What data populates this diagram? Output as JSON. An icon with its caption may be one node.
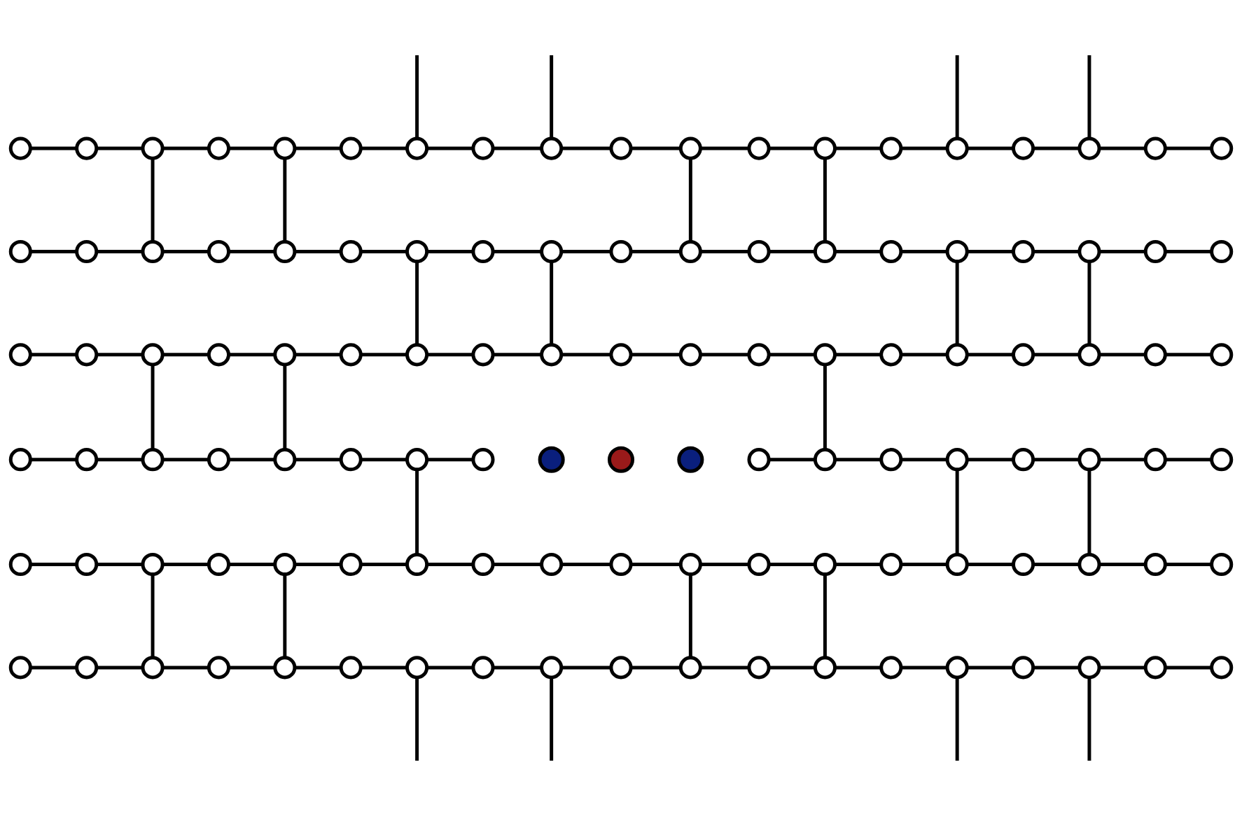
{
  "diagram": {
    "nodes": [
      {
        "text": [],
        "shape": "circle"
      },
      {
        "text": [],
        "shape": "circle"
      },
      {
        "text": [],
        "shape": "circle"
      },
      {
        "text": [],
        "shape": "circle"
      },
      {
        "text": [],
        "shape": "circle"
      },
      {
        "text": [],
        "shape": "circle"
      },
      {
        "text": [],
        "shape": "circle"
      },
      {
        "text": [],
        "shape": "circle"
      },
      {
        "text": [],
        "shape": "circle"
      },
      {
        "text": [],
        "shape": "circle"
      },
      {
        "text": [],
        "shape": "circle"
      },
      {
        "text": [],
        "shape": "circle"
      },
      {
        "text": [],
        "shape": "circle"
      },
      {
        "text": [],
        "shape": "circle"
      },
      {
        "text": [],
        "shape": "circle"
      },
      {
        "text": [],
        "shape": "circle"
      },
      {
        "text": [],
        "shape": "circle"
      },
      {
        "text": [],
        "shape": "circle"
      },
      {
        "text": [],
        "shape": "circle"
      },
      {
        "text": [],
        "shape": "circle"
      },
      {
        "text": [],
        "shape": "circle"
      },
      {
        "text": [],
        "shape": "circle"
      },
      {
        "text": [],
        "shape": "circle"
      },
      {
        "text": [],
        "shape": "circle"
      },
      {
        "text": [],
        "shape": "circle"
      },
      {
        "text": [],
        "shape": "circle"
      },
      {
        "text": [],
        "shape": "circle"
      },
      {
        "text": [],
        "shape": "circle"
      },
      {
        "text": [],
        "shape": "circle"
      },
      {
        "text": [],
        "shape": "circle"
      },
      {
        "text": [],
        "shape": "circle"
      },
      {
        "text": [],
        "shape": "circle"
      },
      {
        "text": [],
        "shape": "circle"
      },
      {
        "text": [],
        "shape": "circle"
      },
      {
        "text": [],
        "shape": "circle"
      },
      {
        "text": [],
        "shape": "circle"
      },
      {
        "text": [],
        "shape": "circle"
      },
      {
        "text": [],
        "shape": "circle"
      },
      {
        "text": [],
        "shape": "circle"
      },
      {
        "text": [],
        "shape": "circle"
      },
      {
        "text": [],
        "shape": "circle"
      },
      {
        "text": [],
        "shape": "circle"
      },
      {
        "text": [],
        "shape": "circle"
      },
      {
        "text": [],
        "shape": "circle"
      },
      {
        "text": [],
        "shape": "circle"
      },
      {
        "text": [],
        "shape": "circle"
      },
      {
        "text": [],
        "shape": "circle"
      },
      {
        "text": [],
        "shape": "circle"
      },
      {
        "text": [],
        "shape": "circle"
      },
      {
        "text": [],
        "shape": "circle"
      },
      {
        "text": [],
        "shape": "circle"
      },
      {
        "text": [],
        "shape": "circle"
      },
      {
        "text": [],
        "shape": "circle"
      },
      {
        "text": [],
        "shape": "circle"
      },
      {
        "text": [],
        "shape": "circle"
      },
      {
        "text": [],
        "shape": "circle"
      },
      {
        "text": [],
        "shape": "circle"
      },
      {
        "text": [],
        "shape": "circle"
      },
      {
        "text": [],
        "shape": "circle"
      },
      {
        "text": [],
        "shape": "circle"
      },
      {
        "text": [],
        "shape": "circle"
      },
      {
        "text": [],
        "shape": "circle"
      },
      {
        "text": [],
        "shape": "circle"
      },
      {
        "text": [],
        "shape": "circle"
      },
      {
        "text": [],
        "shape": "circle"
      },
      {
        "text": [],
        "shape": "circle"
      },
      {
        "text": [],
        "shape": "circle"
      },
      {
        "text": [],
        "shape": "circle"
      },
      {
        "text": [],
        "shape": "circle"
      },
      {
        "text": [],
        "shape": "circle"
      },
      {
        "text": [],
        "shape": "circle"
      },
      {
        "text": [],
        "shape": "circle"
      },
      {
        "text": [],
        "shape": "circle"
      },
      {
        "text": [],
        "shape": "circle"
      },
      {
        "text": [],
        "shape": "circle"
      },
      {
        "text": [],
        "shape": "circle"
      },
      {
        "text": [],
        "shape": "circle"
      },
      {
        "text": [],
        "shape": "circle"
      },
      {
        "text": [],
        "shape": "circle"
      },
      {
        "text": [],
        "shape": "circle"
      },
      {
        "text": [],
        "shape": "circle"
      },
      {
        "text": [],
        "shape": "circle"
      },
      {
        "text": [],
        "shape": "circle"
      },
      {
        "text": [],
        "shape": "circle"
      },
      {
        "text": [],
        "shape": "circle"
      },
      {
        "text": [],
        "shape": "circle"
      },
      {
        "text": [],
        "shape": "circle"
      },
      {
        "text": [],
        "shape": "circle"
      },
      {
        "text": [],
        "shape": "circle"
      },
      {
        "text": [],
        "shape": "circle"
      },
      {
        "text": [],
        "shape": "circle"
      },
      {
        "text": [],
        "shape": "circle"
      },
      {
        "text": [],
        "shape": "circle"
      },
      {
        "text": [],
        "shape": "circle"
      },
      {
        "text": [],
        "shape": "circle"
      },
      {
        "text": [],
        "shape": "circle"
      },
      {
        "text": [],
        "shape": "circle"
      },
      {
        "text": [],
        "shape": "circle"
      },
      {
        "text": [],
        "shape": "circle"
      },
      {
        "text": [],
        "shape": "circle"
      },
      {
        "text": [],
        "shape": "circle"
      },
      {
        "text": [],
        "shape": "circle"
      },
      {
        "text": [],
        "shape": "circle"
      },
      {
        "text": [],
        "shape": "circle"
      },
      {
        "text": [],
        "shape": "circle"
      },
      {
        "text": [],
        "shape": "circle"
      },
      {
        "text": [],
        "shape": "circle"
      },
      {
        "text": [],
        "shape": "circle"
      },
      {
        "text": [],
        "shape": "circle"
      },
      {
        "text": [],
        "shape": "circle"
      },
      {
        "text": [],
        "shape": "circle"
      },
      {
        "text": [],
        "shape": "circle"
      },
      {
        "text": [],
        "shape": "circle"
      },
      {
        "text": [],
        "shape": "circle"
      }
    ],
    "edges": [
      {
        "from": null,
        "to": 6,
        "arrow": "none"
      },
      {
        "from": null,
        "to": 8,
        "arrow": "none"
      },
      {
        "from": null,
        "to": 14,
        "arrow": "none"
      },
      {
        "from": null,
        "to": 16,
        "arrow": "none"
      },
      {
        "from": 0,
        "to": 1,
        "arrow": "none"
      },
      {
        "from": 1,
        "to": 2,
        "arrow": "none"
      },
      {
        "from": 2,
        "to": 3,
        "arrow": "none"
      },
      {
        "from": 3,
        "to": 4,
        "arrow": "none"
      },
      {
        "from": 4,
        "to": 5,
        "arrow": "none"
      },
      {
        "from": 5,
        "to": 6,
        "arrow": "none"
      },
      {
        "from": 6,
        "to": 7,
        "arrow": "none"
      },
      {
        "from": 7,
        "to": 8,
        "arrow": "none"
      },
      {
        "from": 8,
        "to": 9,
        "arrow": "none"
      },
      {
        "from": 9,
        "to": 10,
        "arrow": "none"
      },
      {
        "from": 10,
        "to": 11,
        "arrow": "none"
      },
      {
        "from": 11,
        "to": 12,
        "arrow": "none"
      },
      {
        "from": 12,
        "to": 13,
        "arrow": "none"
      },
      {
        "from": 13,
        "to": 14,
        "arrow": "none"
      },
      {
        "from": 14,
        "to": 15,
        "arrow": "none"
      },
      {
        "from": 15,
        "to": 16,
        "arrow": "none"
      },
      {
        "from": 16,
        "to": 17,
        "arrow": "none"
      },
      {
        "from": 17,
        "to": 18,
        "arrow": "none"
      },
      {
        "from": 2,
        "to": 21,
        "arrow": "none"
      },
      {
        "from": 4,
        "to": 23,
        "arrow": "none"
      },
      {
        "from": 10,
        "to": 29,
        "arrow": "none"
      },
      {
        "from": 12,
        "to": 31,
        "arrow": "none"
      },
      {
        "from": 19,
        "to": 20,
        "arrow": "none"
      },
      {
        "from": 20,
        "to": 21,
        "arrow": "none"
      },
      {
        "from": 21,
        "to": 22,
        "arrow": "none"
      },
      {
        "from": 22,
        "to": 23,
        "arrow": "none"
      },
      {
        "from": 23,
        "to": 24,
        "arrow": "none"
      },
      {
        "from": 24,
        "to": 25,
        "arrow": "none"
      },
      {
        "from": 25,
        "to": 26,
        "arrow": "none"
      },
      {
        "from": 26,
        "to": 27,
        "arrow": "none"
      },
      {
        "from": 27,
        "to": 28,
        "arrow": "none"
      },
      {
        "from": 28,
        "to": 29,
        "arrow": "none"
      },
      {
        "from": 29,
        "to": 30,
        "arrow": "none"
      },
      {
        "from": 30,
        "to": 31,
        "arrow": "none"
      },
      {
        "from": 31,
        "to": 32,
        "arrow": "none"
      },
      {
        "from": 32,
        "to": 33,
        "arrow": "none"
      },
      {
        "from": 33,
        "to": 34,
        "arrow": "none"
      },
      {
        "from": 34,
        "to": 35,
        "arrow": "none"
      },
      {
        "from": 35,
        "to": 36,
        "arrow": "none"
      },
      {
        "from": 36,
        "to": 37,
        "arrow": "none"
      },
      {
        "from": 25,
        "to": 44,
        "arrow": "none"
      },
      {
        "from": 27,
        "to": 46,
        "arrow": "none"
      },
      {
        "from": 33,
        "to": 52,
        "arrow": "none"
      },
      {
        "from": 35,
        "to": 54,
        "arrow": "none"
      },
      {
        "from": 38,
        "to": 39,
        "arrow": "none"
      },
      {
        "from": 39,
        "to": 40,
        "arrow": "none"
      },
      {
        "from": 40,
        "to": 41,
        "arrow": "none"
      },
      {
        "from": 41,
        "to": 42,
        "arrow": "none"
      },
      {
        "from": 42,
        "to": 43,
        "arrow": "none"
      },
      {
        "from": 43,
        "to": 44,
        "arrow": "none"
      },
      {
        "from": 44,
        "to": 45,
        "arrow": "none"
      },
      {
        "from": 45,
        "to": 46,
        "arrow": "none"
      },
      {
        "from": 46,
        "to": 47,
        "arrow": "none"
      },
      {
        "from": 47,
        "to": 48,
        "arrow": "none"
      },
      {
        "from": 48,
        "to": 49,
        "arrow": "none"
      },
      {
        "from": 49,
        "to": 50,
        "arrow": "none"
      },
      {
        "from": 50,
        "to": 51,
        "arrow": "none"
      },
      {
        "from": 51,
        "to": 52,
        "arrow": "none"
      },
      {
        "from": 52,
        "to": 53,
        "arrow": "none"
      },
      {
        "from": 53,
        "to": 54,
        "arrow": "none"
      },
      {
        "from": 54,
        "to": 55,
        "arrow": "none"
      },
      {
        "from": 55,
        "to": 56,
        "arrow": "none"
      },
      {
        "from": 40,
        "to": 59,
        "arrow": "none"
      },
      {
        "from": 42,
        "to": 61,
        "arrow": "none"
      },
      {
        "from": 50,
        "to": 69,
        "arrow": "none"
      },
      {
        "from": 57,
        "to": 58,
        "arrow": "none"
      },
      {
        "from": 58,
        "to": 59,
        "arrow": "none"
      },
      {
        "from": 59,
        "to": 60,
        "arrow": "none"
      },
      {
        "from": 60,
        "to": 61,
        "arrow": "none"
      },
      {
        "from": 61,
        "to": 62,
        "arrow": "none"
      },
      {
        "from": 62,
        "to": 63,
        "arrow": "none"
      },
      {
        "from": 63,
        "to": 64,
        "arrow": "none"
      },
      {
        "from": 68,
        "to": 69,
        "arrow": "none"
      },
      {
        "from": 69,
        "to": 70,
        "arrow": "none"
      },
      {
        "from": 70,
        "to": 71,
        "arrow": "none"
      },
      {
        "from": 71,
        "to": 72,
        "arrow": "none"
      },
      {
        "from": 72,
        "to": 73,
        "arrow": "none"
      },
      {
        "from": 73,
        "to": 74,
        "arrow": "none"
      },
      {
        "from": 74,
        "to": 75,
        "arrow": "none"
      },
      {
        "from": 63,
        "to": 82,
        "arrow": "none"
      },
      {
        "from": 71,
        "to": 90,
        "arrow": "none"
      },
      {
        "from": 73,
        "to": 92,
        "arrow": "none"
      },
      {
        "from": 76,
        "to": 77,
        "arrow": "none"
      },
      {
        "from": 77,
        "to": 78,
        "arrow": "none"
      },
      {
        "from": 78,
        "to": 79,
        "arrow": "none"
      },
      {
        "from": 79,
        "to": 80,
        "arrow": "none"
      },
      {
        "from": 80,
        "to": 81,
        "arrow": "none"
      },
      {
        "from": 81,
        "to": 82,
        "arrow": "none"
      },
      {
        "from": 82,
        "to": 83,
        "arrow": "none"
      },
      {
        "from": 83,
        "to": 84,
        "arrow": "none"
      },
      {
        "from": 84,
        "to": 85,
        "arrow": "none"
      },
      {
        "from": 85,
        "to": 86,
        "arrow": "none"
      },
      {
        "from": 86,
        "to": 87,
        "arrow": "none"
      },
      {
        "from": 87,
        "to": 88,
        "arrow": "none"
      },
      {
        "from": 88,
        "to": 89,
        "arrow": "none"
      },
      {
        "from": 89,
        "to": 90,
        "arrow": "none"
      },
      {
        "from": 90,
        "to": 91,
        "arrow": "none"
      },
      {
        "from": 91,
        "to": 92,
        "arrow": "none"
      },
      {
        "from": 92,
        "to": 93,
        "arrow": "none"
      },
      {
        "from": 93,
        "to": 94,
        "arrow": "none"
      },
      {
        "from": 78,
        "to": 97,
        "arrow": "none"
      },
      {
        "from": 80,
        "to": 99,
        "arrow": "none"
      },
      {
        "from": 86,
        "to": 105,
        "arrow": "none"
      },
      {
        "from": 88,
        "to": 107,
        "arrow": "none"
      },
      {
        "from": 95,
        "to": 96,
        "arrow": "none"
      },
      {
        "from": 96,
        "to": 97,
        "arrow": "none"
      },
      {
        "from": 97,
        "to": 98,
        "arrow": "none"
      },
      {
        "from": 98,
        "to": 99,
        "arrow": "none"
      },
      {
        "from": 99,
        "to": 100,
        "arrow": "none"
      },
      {
        "from": 100,
        "to": 101,
        "arrow": "none"
      },
      {
        "from": 101,
        "to": 102,
        "arrow": "none"
      },
      {
        "from": 102,
        "to": 103,
        "arrow": "none"
      },
      {
        "from": 103,
        "to": 104,
        "arrow": "none"
      },
      {
        "from": 104,
        "to": 105,
        "arrow": "none"
      },
      {
        "from": 105,
        "to": 106,
        "arrow": "none"
      },
      {
        "from": 106,
        "to": 107,
        "arrow": "none"
      },
      {
        "from": 107,
        "to": 108,
        "arrow": "none"
      },
      {
        "from": 108,
        "to": 109,
        "arrow": "none"
      },
      {
        "from": 109,
        "to": 110,
        "arrow": "none"
      },
      {
        "from": 110,
        "to": 111,
        "arrow": "none"
      },
      {
        "from": 111,
        "to": 112,
        "arrow": "none"
      },
      {
        "from": 112,
        "to": 113,
        "arrow": "none"
      },
      {
        "from": 101,
        "to": null,
        "arrow": "none"
      },
      {
        "from": 103,
        "to": null,
        "arrow": "none"
      },
      {
        "from": 109,
        "to": null,
        "arrow": "none"
      },
      {
        "from": 111,
        "to": null,
        "arrow": "none"
      }
    ]
  }
}
